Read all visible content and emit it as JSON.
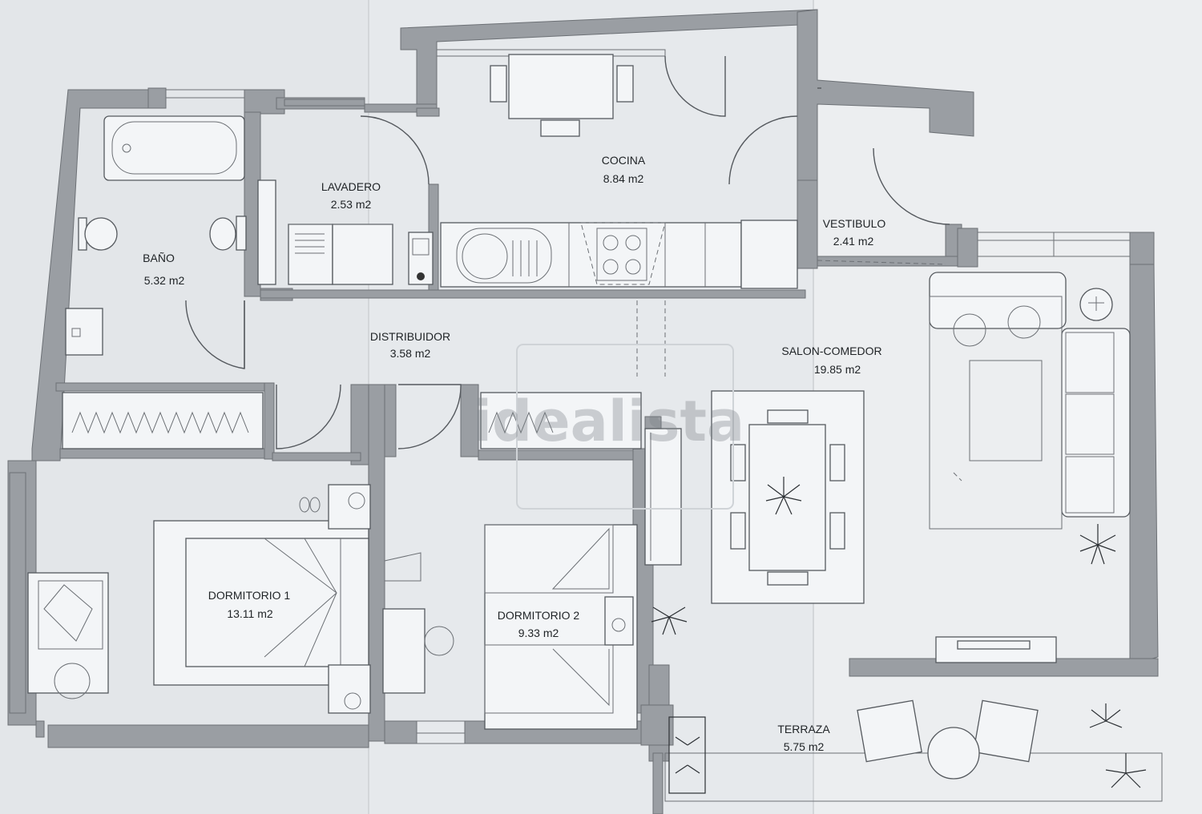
{
  "rooms": [
    {
      "id": "bano",
      "name": "BAÑO",
      "area": "5.32 m2"
    },
    {
      "id": "lavadero",
      "name": "LAVADERO",
      "area": "2.53 m2"
    },
    {
      "id": "cocina",
      "name": "COCINA",
      "area": "8.84 m2"
    },
    {
      "id": "vestibulo",
      "name": "VESTIBULO",
      "area": "2.41 m2"
    },
    {
      "id": "distribuidor",
      "name": "DISTRIBUIDOR",
      "area": "3.58 m2"
    },
    {
      "id": "salon",
      "name": "SALON-COMEDOR",
      "area": "19.85 m2"
    },
    {
      "id": "dormitorio1",
      "name": "DORMITORIO 1",
      "area": "13.11 m2"
    },
    {
      "id": "dormitorio2",
      "name": "DORMITORIO 2",
      "area": "9.33 m2"
    },
    {
      "id": "terraza",
      "name": "TERRAZA",
      "area": "5.75 m2"
    }
  ],
  "watermark": "idealista",
  "icons": [
    "bathtub-icon",
    "toilet-icon",
    "sink-icon",
    "shower-icon",
    "washing-machine-icon",
    "stove-icon",
    "kitchen-sink-icon",
    "dining-table-icon",
    "sofa-icon",
    "armchair-icon",
    "double-bed-icon",
    "plant-icon",
    "tv-unit-icon",
    "wardrobe-icon",
    "desk-chair-icon",
    "door-swing-icon"
  ]
}
